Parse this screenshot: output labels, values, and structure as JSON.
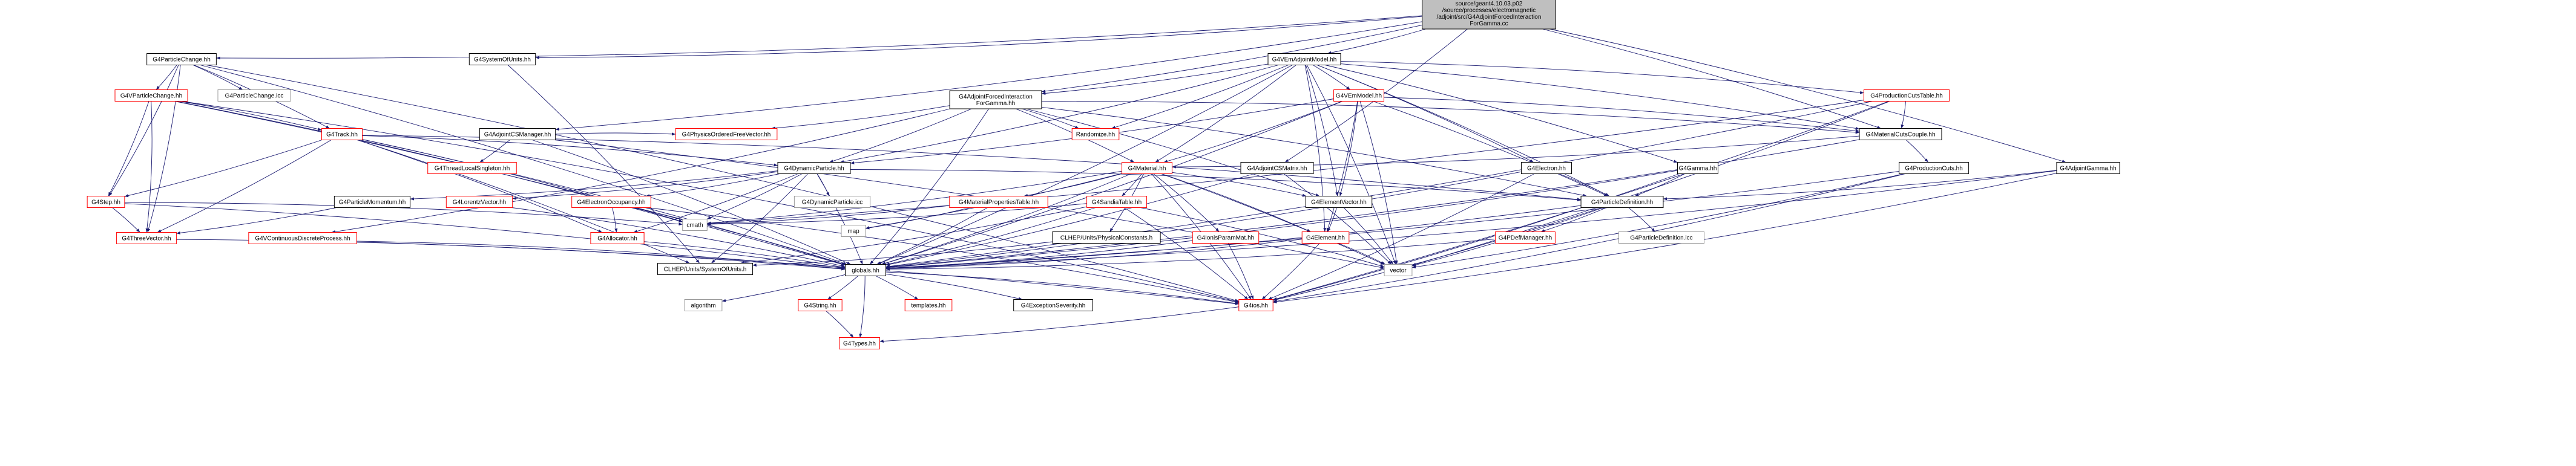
{
  "colors": {
    "normal": "#000000",
    "red": "#ff0000",
    "gray": "#999999",
    "edge": "#191970",
    "root_fill": "#bfbfbf"
  },
  "nodes": [
    {
      "id": "root",
      "lines": [
        "source/geant4.10.03.p02",
        "/source/processes/electromagnetic",
        "/adjoint/src/G4AdjointForcedInteraction",
        "ForGamma.cc"
      ],
      "style": "root"
    },
    {
      "id": "ParticleChange",
      "lines": [
        "G4ParticleChange.hh"
      ],
      "style": "normal"
    },
    {
      "id": "SystemOfUnits",
      "lines": [
        "G4SystemOfUnits.hh"
      ],
      "style": "normal"
    },
    {
      "id": "VEmAdjointModel",
      "lines": [
        "G4VEmAdjointModel.hh"
      ],
      "style": "normal"
    },
    {
      "id": "VParticleChange",
      "lines": [
        "G4VParticleChange.hh"
      ],
      "style": "red"
    },
    {
      "id": "ParticleChangeIcc",
      "lines": [
        "G4ParticleChange.icc"
      ],
      "style": "gray"
    },
    {
      "id": "AdjointForcedInteraction",
      "lines": [
        "G4AdjointForcedInteraction",
        "ForGamma.hh"
      ],
      "style": "normal"
    },
    {
      "id": "VEmModel",
      "lines": [
        "G4VEmModel.hh"
      ],
      "style": "red"
    },
    {
      "id": "ProductionCutsTable",
      "lines": [
        "G4ProductionCutsTable.hh"
      ],
      "style": "red"
    },
    {
      "id": "Track",
      "lines": [
        "G4Track.hh"
      ],
      "style": "red"
    },
    {
      "id": "AdjointCSManager",
      "lines": [
        "G4AdjointCSManager.hh"
      ],
      "style": "normal"
    },
    {
      "id": "PhysicsOrderedFreeVector",
      "lines": [
        "G4PhysicsOrderedFreeVector.hh"
      ],
      "style": "red"
    },
    {
      "id": "Randomize",
      "lines": [
        "Randomize.hh"
      ],
      "style": "red"
    },
    {
      "id": "MaterialCutsCouple",
      "lines": [
        "G4MaterialCutsCouple.hh"
      ],
      "style": "normal"
    },
    {
      "id": "ThreadLocalSingleton",
      "lines": [
        "G4ThreadLocalSingleton.hh"
      ],
      "style": "red"
    },
    {
      "id": "DynamicParticle",
      "lines": [
        "G4DynamicParticle.hh"
      ],
      "style": "normal"
    },
    {
      "id": "Material",
      "lines": [
        "G4Material.hh"
      ],
      "style": "red"
    },
    {
      "id": "AdjointCSMatrix",
      "lines": [
        "G4AdjointCSMatrix.hh"
      ],
      "style": "normal"
    },
    {
      "id": "Electron",
      "lines": [
        "G4Electron.hh"
      ],
      "style": "normal"
    },
    {
      "id": "Gamma",
      "lines": [
        "G4Gamma.hh"
      ],
      "style": "normal"
    },
    {
      "id": "ProductionCuts",
      "lines": [
        "G4ProductionCuts.hh"
      ],
      "style": "normal"
    },
    {
      "id": "AdjointGamma",
      "lines": [
        "G4AdjointGamma.hh"
      ],
      "style": "normal"
    },
    {
      "id": "Step",
      "lines": [
        "G4Step.hh"
      ],
      "style": "red"
    },
    {
      "id": "ParticleMomentum",
      "lines": [
        "G4ParticleMomentum.hh"
      ],
      "style": "normal"
    },
    {
      "id": "LorentzVector",
      "lines": [
        "G4LorentzVector.hh"
      ],
      "style": "red"
    },
    {
      "id": "DynamicParticleIcc",
      "lines": [
        "G4DynamicParticle.icc"
      ],
      "style": "gray"
    },
    {
      "id": "MaterialPropertiesTable",
      "lines": [
        "G4MaterialPropertiesTable.hh"
      ],
      "style": "red"
    },
    {
      "id": "SandiaTable",
      "lines": [
        "G4SandiaTable.hh"
      ],
      "style": "red"
    },
    {
      "id": "ElementVector",
      "lines": [
        "G4ElementVector.hh"
      ],
      "style": "normal"
    },
    {
      "id": "ParticleDefinition",
      "lines": [
        "G4ParticleDefinition.hh"
      ],
      "style": "normal"
    },
    {
      "id": "ElectronOccupancy",
      "lines": [
        "G4ElectronOccupancy.hh"
      ],
      "style": "red"
    },
    {
      "id": "ThreeVector",
      "lines": [
        "G4ThreeVector.hh"
      ],
      "style": "red"
    },
    {
      "id": "VContinuousDiscreteProcess",
      "lines": [
        "G4VContinuousDiscreteProcess.hh"
      ],
      "style": "red"
    },
    {
      "id": "Allocator",
      "lines": [
        "G4Allocator.hh"
      ],
      "style": "red"
    },
    {
      "id": "cmath",
      "lines": [
        "cmath"
      ],
      "style": "gray"
    },
    {
      "id": "map",
      "lines": [
        "map"
      ],
      "style": "gray"
    },
    {
      "id": "PhysicalConstants",
      "lines": [
        "CLHEP/Units/PhysicalConstants.h"
      ],
      "style": "normal"
    },
    {
      "id": "IonisParamMat",
      "lines": [
        "G4IonisParamMat.hh"
      ],
      "style": "red"
    },
    {
      "id": "Element",
      "lines": [
        "G4Element.hh"
      ],
      "style": "red"
    },
    {
      "id": "PDefManager",
      "lines": [
        "G4PDefManager.hh"
      ],
      "style": "red"
    },
    {
      "id": "ParticleDefinitionIcc",
      "lines": [
        "G4ParticleDefinition.icc"
      ],
      "style": "gray"
    },
    {
      "id": "CLHEPSystemOfUnits",
      "lines": [
        "CLHEP/Units/SystemOfUnits.h"
      ],
      "style": "normal"
    },
    {
      "id": "globals",
      "lines": [
        "globals.hh"
      ],
      "style": "normal"
    },
    {
      "id": "vector",
      "lines": [
        "vector"
      ],
      "style": "gray"
    },
    {
      "id": "algorithm",
      "lines": [
        "algorithm"
      ],
      "style": "gray"
    },
    {
      "id": "G4String",
      "lines": [
        "G4String.hh"
      ],
      "style": "red"
    },
    {
      "id": "templates",
      "lines": [
        "templates.hh"
      ],
      "style": "red"
    },
    {
      "id": "ExceptionSeverity",
      "lines": [
        "G4ExceptionSeverity.hh"
      ],
      "style": "normal"
    },
    {
      "id": "G4ios",
      "lines": [
        "G4ios.hh"
      ],
      "style": "red"
    },
    {
      "id": "G4Types",
      "lines": [
        "G4Types.hh"
      ],
      "style": "red"
    }
  ],
  "edges": [
    [
      "root",
      "ParticleChange"
    ],
    [
      "root",
      "SystemOfUnits"
    ],
    [
      "root",
      "VEmAdjointModel"
    ],
    [
      "root",
      "AdjointForcedInteraction"
    ],
    [
      "root",
      "AdjointCSManager"
    ],
    [
      "root",
      "AdjointCSMatrix"
    ],
    [
      "root",
      "MaterialCutsCouple"
    ],
    [
      "root",
      "AdjointGamma"
    ],
    [
      "ParticleChange",
      "VParticleChange"
    ],
    [
      "ParticleChange",
      "ParticleChangeIcc"
    ],
    [
      "ParticleChange",
      "Track"
    ],
    [
      "ParticleChange",
      "Step"
    ],
    [
      "ParticleChange",
      "ThreeVector"
    ],
    [
      "ParticleChange",
      "globals"
    ],
    [
      "ParticleChange",
      "G4ios"
    ],
    [
      "SystemOfUnits",
      "CLHEPSystemOfUnits"
    ],
    [
      "VParticleChange",
      "Track"
    ],
    [
      "VParticleChange",
      "Step"
    ],
    [
      "VParticleChange",
      "ThreeVector"
    ],
    [
      "VParticleChange",
      "globals"
    ],
    [
      "VParticleChange",
      "G4ios"
    ],
    [
      "VParticleChange",
      "cmath"
    ],
    [
      "Track",
      "DynamicParticle"
    ],
    [
      "Track",
      "ThreeVector"
    ],
    [
      "Track",
      "ParticleDefinition"
    ],
    [
      "Track",
      "Allocator"
    ],
    [
      "Track",
      "globals"
    ],
    [
      "Track",
      "cmath"
    ],
    [
      "Track",
      "CLHEPSystemOfUnits"
    ],
    [
      "Track",
      "Step"
    ],
    [
      "VEmAdjointModel",
      "AdjointForcedInteraction"
    ],
    [
      "VEmAdjointModel",
      "VEmModel"
    ],
    [
      "VEmAdjointModel",
      "ProductionCutsTable"
    ],
    [
      "VEmAdjointModel",
      "MaterialCutsCouple"
    ],
    [
      "VEmAdjointModel",
      "Electron"
    ],
    [
      "VEmAdjointModel",
      "Gamma"
    ],
    [
      "VEmAdjointModel",
      "ElementVector"
    ],
    [
      "VEmAdjointModel",
      "Material"
    ],
    [
      "VEmAdjointModel",
      "Randomize"
    ],
    [
      "VEmAdjointModel",
      "DynamicParticle"
    ],
    [
      "VEmAdjointModel",
      "globals"
    ],
    [
      "VEmAdjointModel",
      "vector"
    ],
    [
      "VEmAdjointModel",
      "ParticleDefinition"
    ],
    [
      "VEmAdjointModel",
      "Element"
    ],
    [
      "AdjointForcedInteraction",
      "PhysicsOrderedFreeVector"
    ],
    [
      "AdjointForcedInteraction",
      "Randomize"
    ],
    [
      "AdjointForcedInteraction",
      "MaterialCutsCouple"
    ],
    [
      "AdjointForcedInteraction",
      "DynamicParticle"
    ],
    [
      "AdjointForcedInteraction",
      "Material"
    ],
    [
      "AdjointForcedInteraction",
      "ParticleDefinition"
    ],
    [
      "AdjointForcedInteraction",
      "VContinuousDiscreteProcess"
    ],
    [
      "AdjointForcedInteraction",
      "ElementVector"
    ],
    [
      "AdjointForcedInteraction",
      "globals"
    ],
    [
      "AdjointCSManager",
      "ThreadLocalSingleton"
    ],
    [
      "AdjointCSManager",
      "globals"
    ],
    [
      "AdjointCSManager",
      "vector"
    ],
    [
      "AdjointCSManager",
      "PhysicsOrderedFreeVector"
    ],
    [
      "VEmModel",
      "MaterialCutsCouple"
    ],
    [
      "VEmModel",
      "DynamicParticle"
    ],
    [
      "VEmModel",
      "Material"
    ],
    [
      "VEmModel",
      "Element"
    ],
    [
      "VEmModel",
      "ElementVector"
    ],
    [
      "VEmModel",
      "ParticleDefinition"
    ],
    [
      "VEmModel",
      "globals"
    ],
    [
      "VEmModel",
      "vector"
    ],
    [
      "VEmModel",
      "DataVector"
    ],
    [
      "ProductionCutsTable",
      "MaterialCutsCouple"
    ],
    [
      "ProductionCutsTable",
      "globals"
    ],
    [
      "ProductionCutsTable",
      "vector"
    ],
    [
      "ProductionCutsTable",
      "G4ios"
    ],
    [
      "ProductionCutsTable",
      "cmath"
    ],
    [
      "MaterialCutsCouple",
      "ProductionCuts"
    ],
    [
      "MaterialCutsCouple",
      "Material"
    ],
    [
      "MaterialCutsCouple",
      "globals"
    ],
    [
      "DynamicParticle",
      "ParticleMomentum"
    ],
    [
      "DynamicParticle",
      "LorentzVector"
    ],
    [
      "DynamicParticle",
      "DynamicParticleIcc"
    ],
    [
      "DynamicParticle",
      "ElectronOccupancy"
    ],
    [
      "DynamicParticle",
      "Allocator"
    ],
    [
      "DynamicParticle",
      "ParticleDefinition"
    ],
    [
      "DynamicParticle",
      "cmath"
    ],
    [
      "DynamicParticle",
      "globals"
    ],
    [
      "DynamicParticle",
      "CLHEPSystemOfUnits"
    ],
    [
      "Material",
      "MaterialPropertiesTable"
    ],
    [
      "Material",
      "SandiaTable"
    ],
    [
      "Material",
      "ElementVector"
    ],
    [
      "Material",
      "Element"
    ],
    [
      "Material",
      "IonisParamMat"
    ],
    [
      "Material",
      "globals"
    ],
    [
      "Material",
      "vector"
    ],
    [
      "Material",
      "G4ios"
    ],
    [
      "Material",
      "map"
    ],
    [
      "Material",
      "PhysicalConstants"
    ],
    [
      "Material",
      "cmath"
    ],
    [
      "AdjointCSMatrix",
      "globals"
    ],
    [
      "AdjointCSMatrix",
      "vector"
    ],
    [
      "Electron",
      "ParticleDefinition"
    ],
    [
      "Electron",
      "globals"
    ],
    [
      "Electron",
      "G4ios"
    ],
    [
      "Gamma",
      "ParticleDefinition"
    ],
    [
      "Gamma",
      "globals"
    ],
    [
      "Gamma",
      "G4ios"
    ],
    [
      "ProductionCuts",
      "globals"
    ],
    [
      "ProductionCuts",
      "G4ios"
    ],
    [
      "ProductionCuts",
      "vector"
    ],
    [
      "AdjointGamma",
      "ParticleDefinition"
    ],
    [
      "AdjointGamma",
      "globals"
    ],
    [
      "AdjointGamma",
      "G4ios"
    ],
    [
      "Step",
      "ThreeVector"
    ],
    [
      "Step",
      "globals"
    ],
    [
      "Step",
      "cmath"
    ],
    [
      "ParticleMomentum",
      "ThreeVector"
    ],
    [
      "LorentzVector",
      "globals"
    ],
    [
      "MaterialPropertiesTable",
      "map"
    ],
    [
      "MaterialPropertiesTable",
      "globals"
    ],
    [
      "MaterialPropertiesTable",
      "cmath"
    ],
    [
      "SandiaTable",
      "globals"
    ],
    [
      "SandiaTable",
      "vector"
    ],
    [
      "SandiaTable",
      "G4ios"
    ],
    [
      "SandiaTable",
      "cmath"
    ],
    [
      "SandiaTable",
      "CLHEPSystemOfUnits"
    ],
    [
      "ElementVector",
      "Element"
    ],
    [
      "ElementVector",
      "vector"
    ],
    [
      "ParticleDefinition",
      "PDefManager"
    ],
    [
      "ParticleDefinition",
      "ParticleDefinitionIcc"
    ],
    [
      "ParticleDefinition",
      "globals"
    ],
    [
      "ParticleDefinition",
      "vector"
    ],
    [
      "ParticleDefinition",
      "G4ios"
    ],
    [
      "ElectronOccupancy",
      "Allocator"
    ],
    [
      "ElectronOccupancy",
      "globals"
    ],
    [
      "ElectronOccupancy",
      "G4ios"
    ],
    [
      "ThreeVector",
      "globals"
    ],
    [
      "VContinuousDiscreteProcess",
      "globals"
    ],
    [
      "VContinuousDiscreteProcess",
      "G4ios"
    ],
    [
      "Allocator",
      "globals"
    ],
    [
      "IonisParamMat",
      "globals"
    ],
    [
      "IonisParamMat",
      "G4ios"
    ],
    [
      "Element",
      "globals"
    ],
    [
      "Element",
      "vector"
    ],
    [
      "Element",
      "G4ios"
    ],
    [
      "PDefManager",
      "globals"
    ],
    [
      "PhysicalConstants",
      "CLHEPSystemOfUnits"
    ],
    [
      "globals",
      "algorithm"
    ],
    [
      "globals",
      "G4String"
    ],
    [
      "globals",
      "templates"
    ],
    [
      "globals",
      "ExceptionSeverity"
    ],
    [
      "globals",
      "G4ios"
    ],
    [
      "globals",
      "G4Types"
    ],
    [
      "G4String",
      "G4Types"
    ],
    [
      "G4ios",
      "G4Types"
    ]
  ]
}
